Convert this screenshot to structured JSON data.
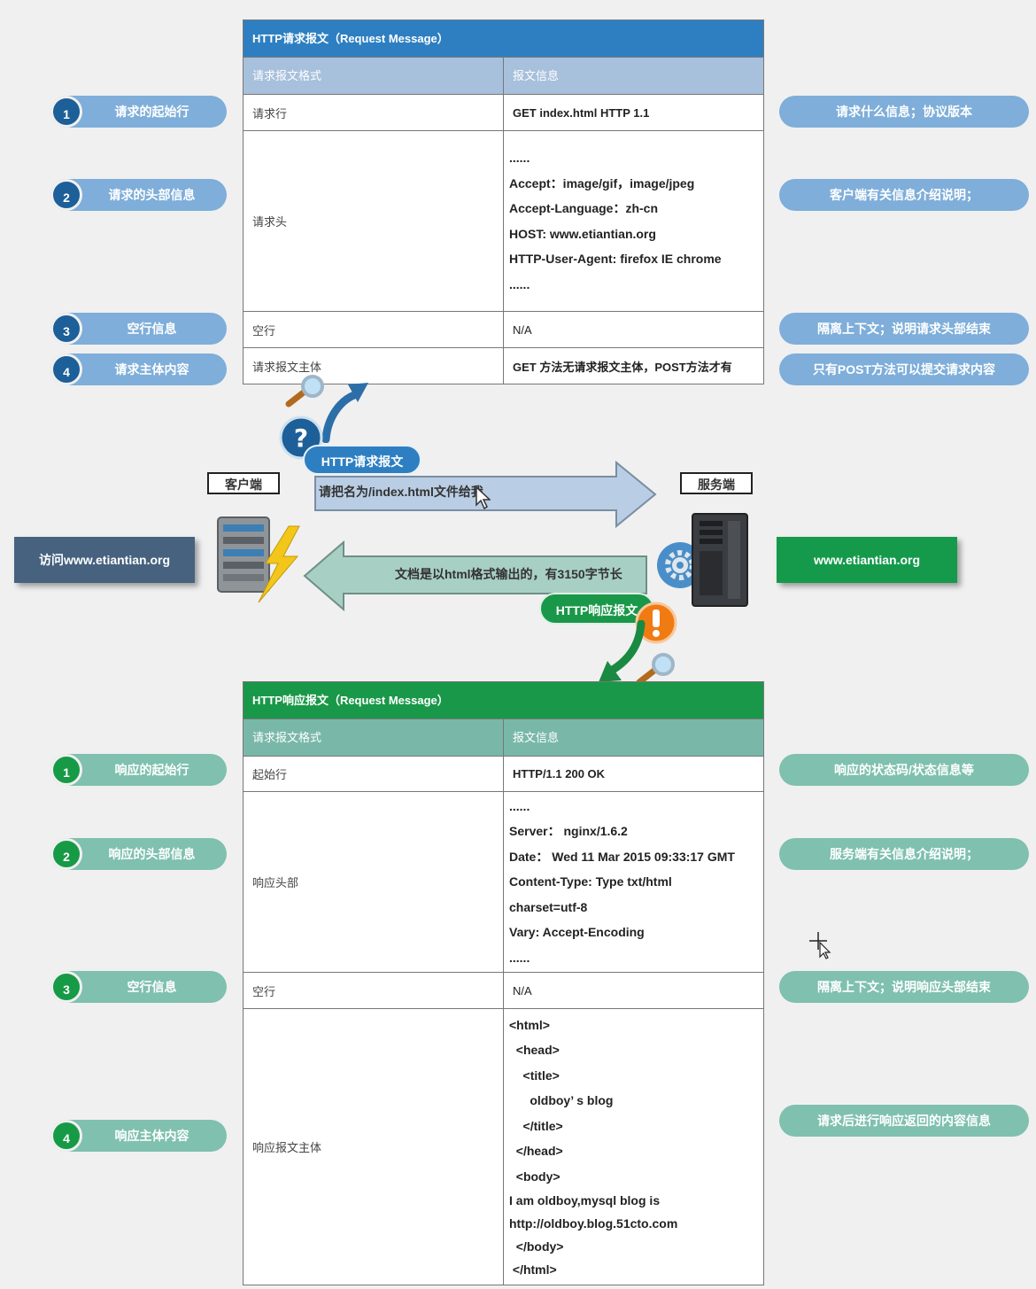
{
  "request_table": {
    "title": "HTTP请求报文（Request Message）",
    "col1": "请求报文格式",
    "col2": "报文信息",
    "rows": [
      {
        "label": "请求行",
        "lines": [
          "GET index.html HTTP 1.1"
        ]
      },
      {
        "label": "请求头",
        "lines": [
          "......",
          "Accept：image/gif，image/jpeg",
          "Accept-Language：zh-cn",
          "HOST: www.etiantian.org",
          "HTTP-User-Agent: firefox IE chrome",
          "......"
        ]
      },
      {
        "label": "空行",
        "lines": [
          "N/A"
        ]
      },
      {
        "label": "请求报文主体",
        "lines": [
          "GET 方法无请求报文主体，POST方法才有"
        ]
      }
    ]
  },
  "request_left": [
    {
      "num": "1",
      "label": "请求的起始行"
    },
    {
      "num": "2",
      "label": "请求的头部信息"
    },
    {
      "num": "3",
      "label": "空行信息"
    },
    {
      "num": "4",
      "label": "请求主体内容"
    }
  ],
  "request_right": [
    "请求什么信息；协议版本",
    "客户端有关信息介绍说明；",
    "隔离上下文；说明请求头部结束",
    "只有POST方法可以提交请求内容"
  ],
  "middle": {
    "client_label": "客户端",
    "server_label": "服务端",
    "client_banner": "访问www.etiantian.org",
    "server_banner": "www.etiantian.org",
    "request_pill": "HTTP请求报文",
    "request_arrow_text": "请把名为/index.html文件给我",
    "response_arrow_text": "文档是以html格式输出的，有3150字节长",
    "response_pill": "HTTP响应报文"
  },
  "response_table": {
    "title": "HTTP响应报文（Request Message）",
    "col1": "请求报文格式",
    "col2": "报文信息",
    "rows": [
      {
        "label": "起始行",
        "lines": [
          "HTTP/1.1 200 OK"
        ]
      },
      {
        "label": "响应头部",
        "lines": [
          "......",
          "Server： nginx/1.6.2",
          "Date： Wed 11 Mar 2015 09:33:17 GMT",
          "Content-Type: Type txt/html",
          "charset=utf-8",
          "Vary: Accept-Encoding",
          "......"
        ]
      },
      {
        "label": "空行",
        "lines": [
          "N/A"
        ]
      },
      {
        "label": "响应报文主体",
        "lines": [
          "<html>",
          "  <head>",
          "    <title>",
          "      oldboy’ s blog",
          "    </title>",
          "  </head>",
          "  <body>",
          "I am oldboy,mysql blog is",
          "http://oldboy.blog.51cto.com",
          "  </body>",
          " </html>"
        ]
      }
    ]
  },
  "response_left": [
    {
      "num": "1",
      "label": "响应的起始行"
    },
    {
      "num": "2",
      "label": "响应的头部信息"
    },
    {
      "num": "3",
      "label": "空行信息"
    },
    {
      "num": "4",
      "label": "响应主体内容"
    }
  ],
  "response_right": [
    "响应的状态码/状态信息等",
    "服务端有关信息介绍说明；",
    "隔离上下文；说明响应头部结束",
    "请求后进行响应返回的内容信息"
  ],
  "colors": {
    "request_title": "#2e7fc1",
    "request_header": "#a7c0dc",
    "response_title": "#1a9849",
    "response_header": "#79b8a9",
    "client_banner": "#46627f",
    "server_banner": "#159a4b"
  },
  "icons": [
    "magnifier-icon",
    "question-icon",
    "curved-arrow-icon",
    "server-icon",
    "lightning-icon",
    "gear-icon",
    "exclamation-icon",
    "cursor-icon",
    "move-cursor-icon"
  ]
}
